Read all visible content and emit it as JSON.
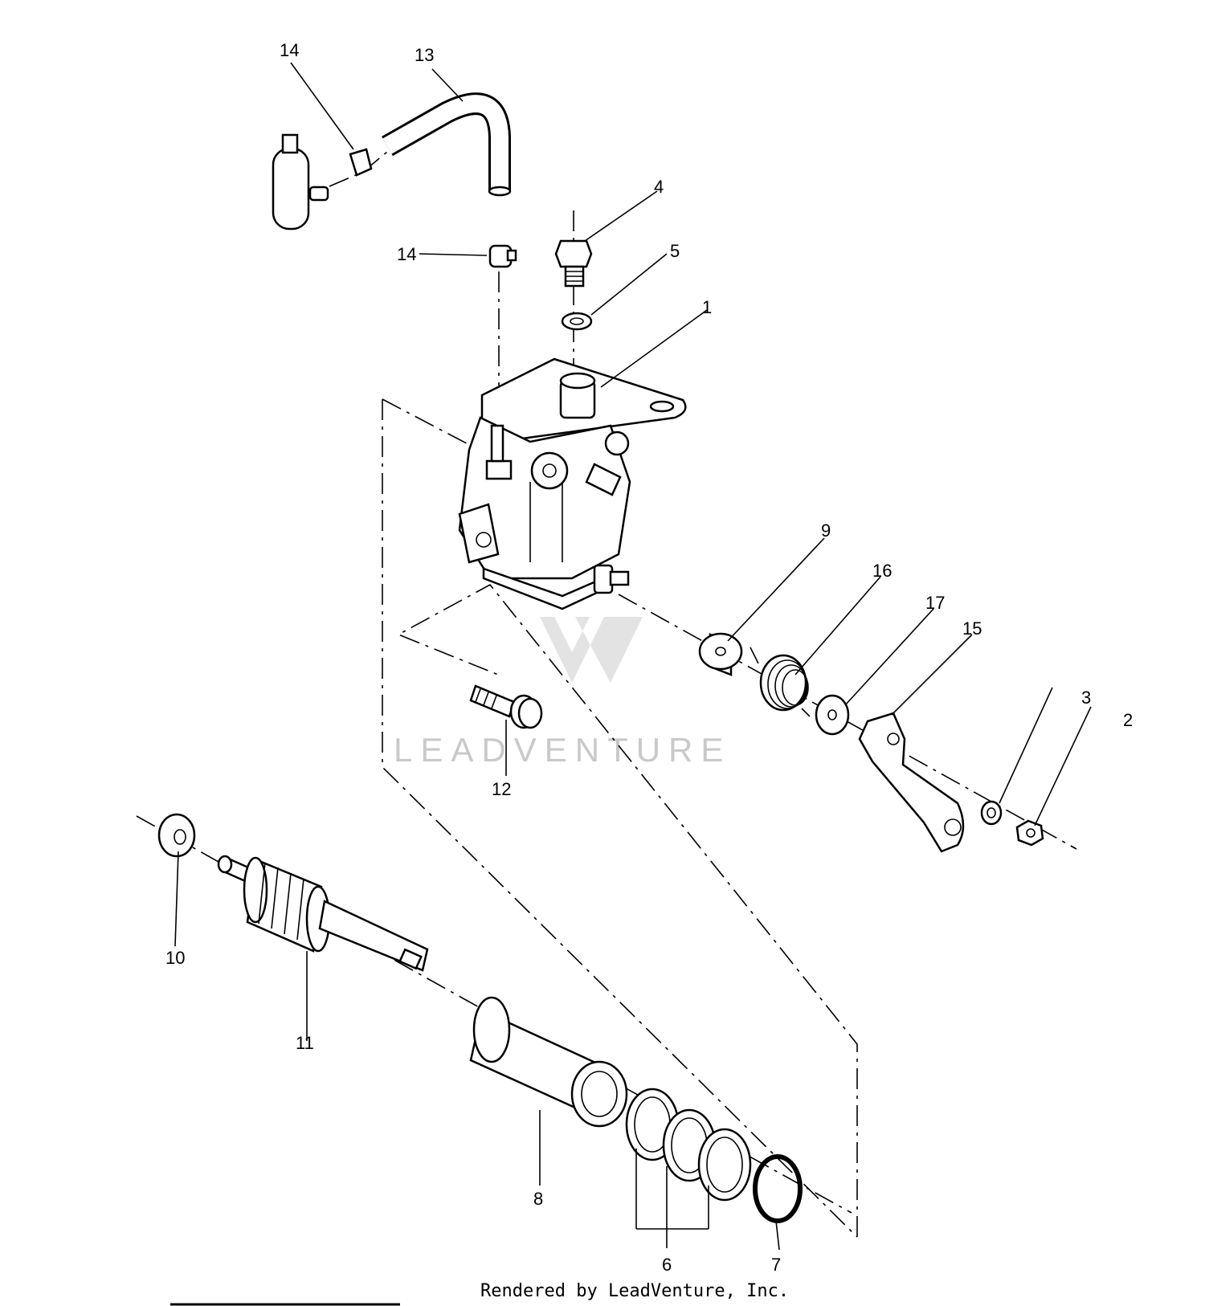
{
  "watermark": {
    "text": "LEADVENTURE"
  },
  "footer": {
    "text": "Rendered by LeadVenture, Inc."
  },
  "callouts": {
    "c1": "1",
    "c2": "2",
    "c3": "3",
    "c4": "4",
    "c5": "5",
    "c6": "6",
    "c7": "7",
    "c8": "8",
    "c9": "9",
    "c10": "10",
    "c11": "11",
    "c12": "12",
    "c13": "13",
    "c14a": "14",
    "c14b": "14",
    "c15": "15",
    "c16": "16",
    "c17": "17"
  },
  "colors": {
    "line": "#000000",
    "background": "#ffffff",
    "watermark": "#c9c9c9"
  }
}
